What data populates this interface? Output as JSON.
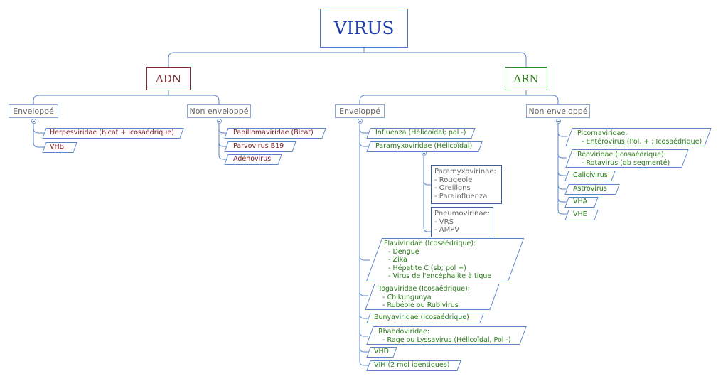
{
  "root": "VIRUS",
  "adn": {
    "label": "ADN",
    "enveloppe": {
      "label": "Enveloppé",
      "items": [
        "Herpesviridae (bicat + icosaédrique)",
        "VHB"
      ]
    },
    "non_enveloppe": {
      "label": "Non enveloppé",
      "items": [
        "Papillomaviridae (Bicat)",
        "Parvovirus B19",
        "Adénovirus"
      ]
    }
  },
  "arn": {
    "label": "ARN",
    "enveloppe": {
      "label": "Enveloppé",
      "items": [
        "Influenza (Hélicoïdal; pol -)",
        "Paramyxoviridae (Hélicoïdal)",
        "Flaviviridae (Icosaédrique):\n  - Dengue\n  - Zika\n  - Hépatite C (sb; pol +)\n  - Virus de l'encéphalite à tique",
        "Togaviridae (Icosaédrique):\n  - Chikungunya\n  - Rubéole ou Rubivirus",
        "Bunyaviridae (Icosaédrique)",
        "Rhabdoviridae:\n  - Rage ou Lyssavirus (Hélicoïdal, Pol -)",
        "VHD",
        "VIH (2 mol identiques)"
      ],
      "paramyxo_sub": [
        "Paramyxovirinae:\n- Rougeole\n- Oreillons\n- Parainfluenza",
        "Pneumovirinae:\n- VRS\n- AMPV"
      ]
    },
    "non_enveloppe": {
      "label": "Non enveloppé",
      "items": [
        "Picornaviridae:\n  - Entérovirus (Pol. + ; Icosaédrique)",
        "Réoviridae (Icosaédrique):\n  - Rotavirus (db segmenté)",
        "Calicivirus",
        "Astrovirus",
        "VHA",
        "VHE"
      ]
    }
  }
}
